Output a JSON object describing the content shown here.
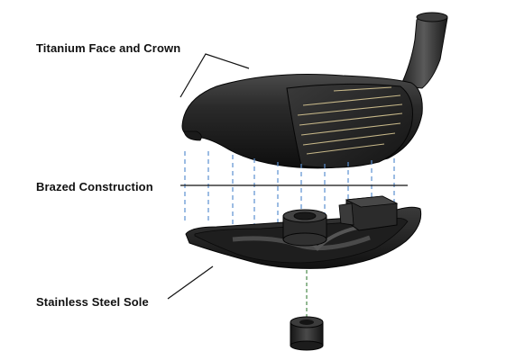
{
  "labels": {
    "face_crown": "Titanium Face and Crown",
    "brazed": "Brazed Construction",
    "sole": "Stainless Steel Sole"
  },
  "colors": {
    "background": "#ffffff",
    "text": "#111111",
    "dashed_guides": "#5b8fd0",
    "guide_weight": "#4a8a4a",
    "club_dark": "#1c1c1c",
    "groove": "#c8b98a"
  }
}
